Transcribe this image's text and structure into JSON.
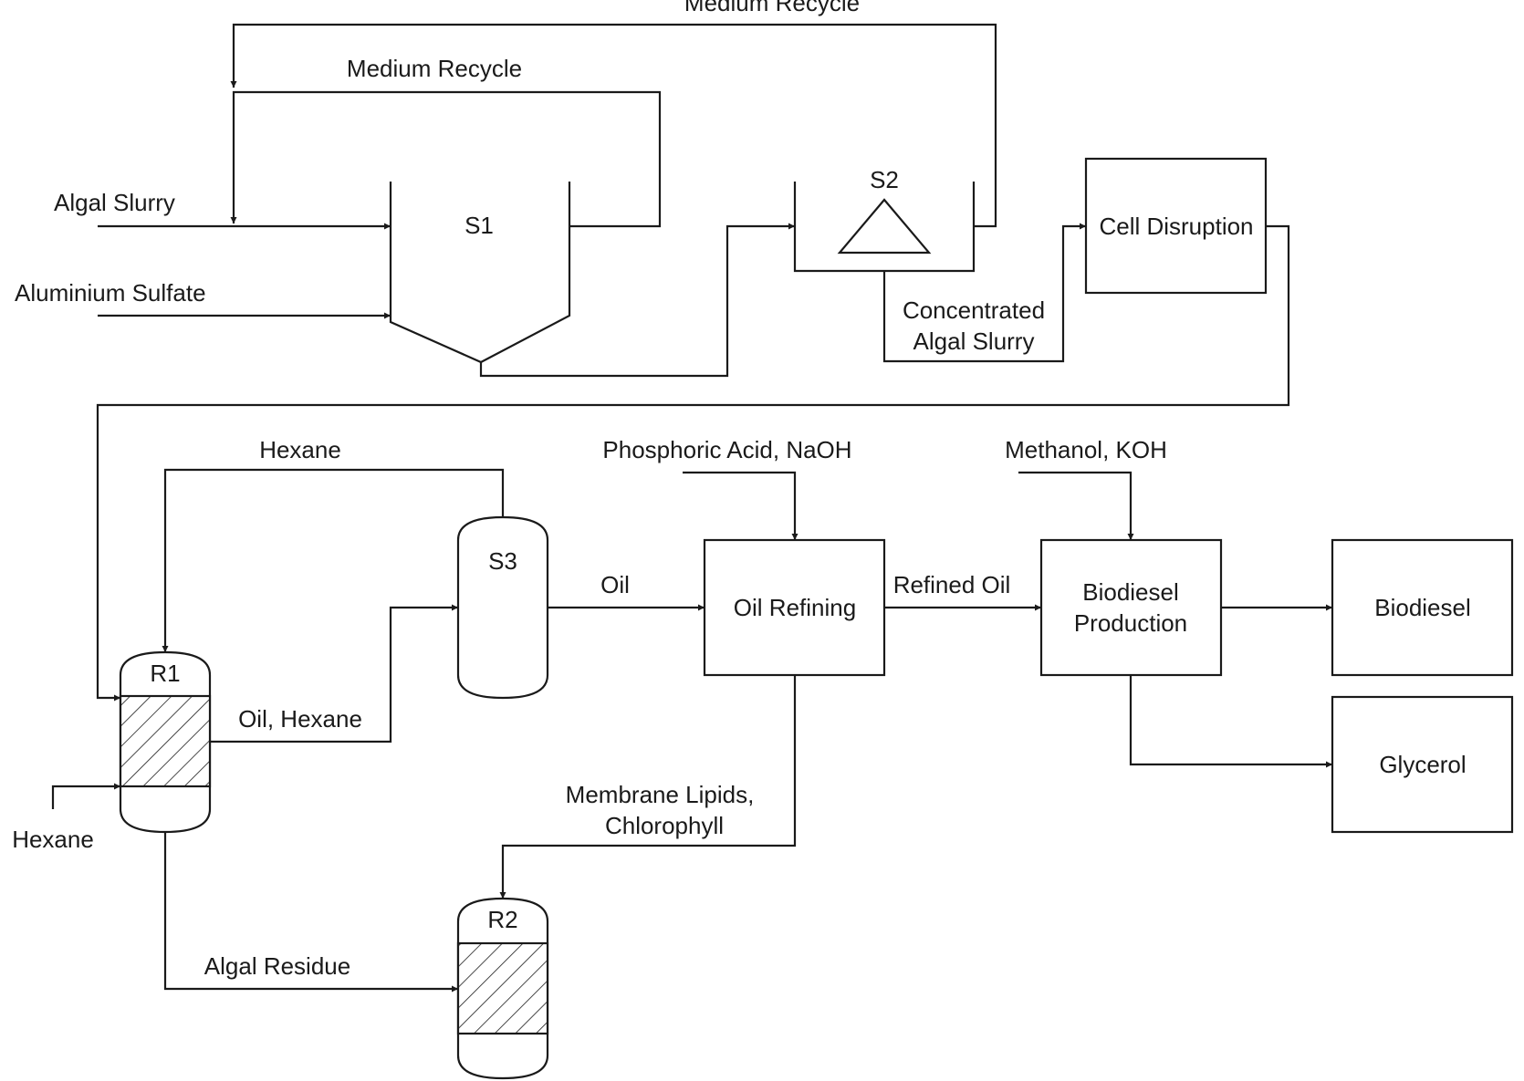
{
  "units": {
    "s1": "S1",
    "s2": "S2",
    "s3": "S3",
    "r1": "R1",
    "r2": "R2",
    "cell_disruption": "Cell Disruption",
    "oil_refining": "Oil Refining",
    "biodiesel_production_line1": "Biodiesel",
    "biodiesel_production_line2": "Production",
    "biodiesel": "Biodiesel",
    "glycerol": "Glycerol"
  },
  "streams": {
    "medium_recycle_outer": "Medium Recycle",
    "medium_recycle_inner": "Medium Recycle",
    "algal_slurry": "Algal Slurry",
    "aluminium_sulfate": "Aluminium Sulfate",
    "concentrated_line1": "Concentrated",
    "concentrated_line2": "Algal Slurry",
    "hexane_recycle": "Hexane",
    "phosphoric_acid_naoh": "Phosphoric Acid, NaOH",
    "methanol_koh": "Methanol, KOH",
    "oil": "Oil",
    "refined_oil": "Refined Oil",
    "oil_hexane": "Oil, Hexane",
    "hexane_feed": "Hexane",
    "membrane_lipids_line1": "Membrane Lipids,",
    "membrane_lipids_line2": "Chlorophyll",
    "algal_residue": "Algal Residue"
  }
}
